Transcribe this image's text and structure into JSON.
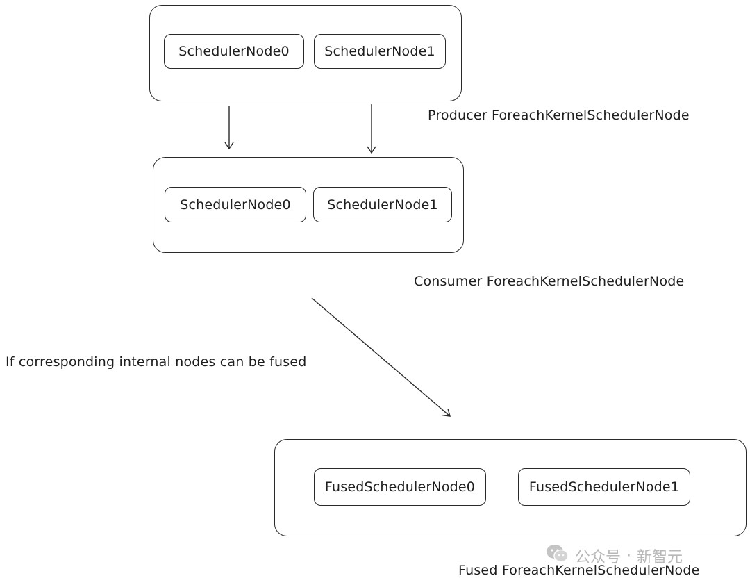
{
  "producer": {
    "nodes": [
      "SchedulerNode0",
      "SchedulerNode1"
    ],
    "caption": "Producer ForeachKernelSchedulerNode"
  },
  "consumer": {
    "nodes": [
      "SchedulerNode0",
      "SchedulerNode1"
    ],
    "caption": "Consumer ForeachKernelSchedulerNode"
  },
  "condition_text": "If corresponding internal nodes can be fused",
  "fused": {
    "nodes": [
      "FusedSchedulerNode0",
      "FusedSchedulerNode1"
    ],
    "caption": "Fused ForeachKernelSchedulerNode"
  },
  "watermark": {
    "icon": "wechat-icon",
    "text_left": "公众号",
    "separator": "·",
    "text_right": "新智元"
  },
  "colors": {
    "stroke": "#2a2a2a",
    "text": "#1e1e1e",
    "watermark": "#b8b8b8"
  }
}
